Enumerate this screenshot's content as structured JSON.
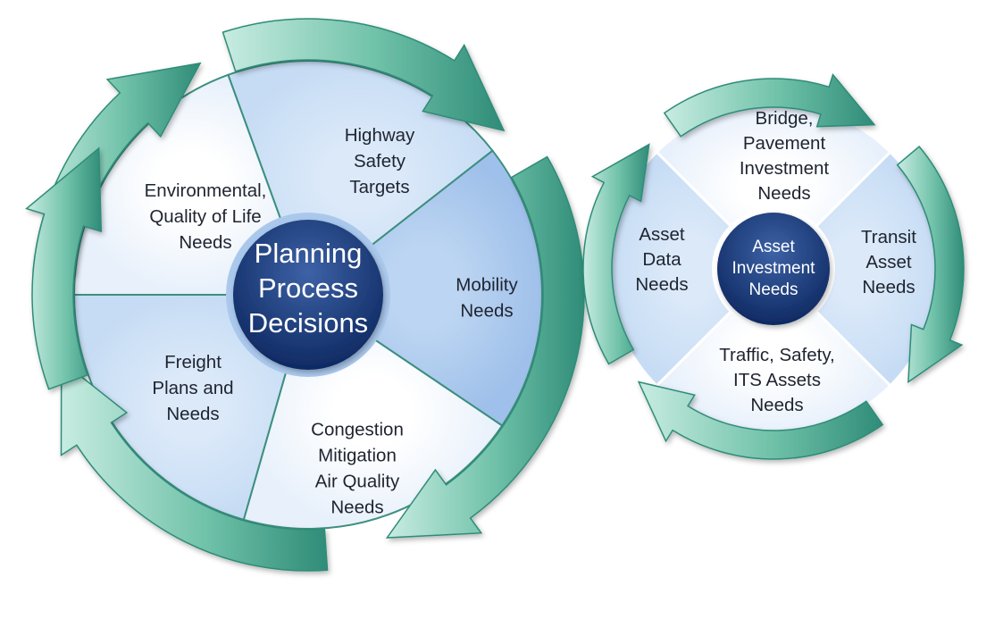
{
  "left_cycle": {
    "center": [
      "Planning",
      "Process",
      "Decisions"
    ],
    "segments": [
      {
        "id": "highway",
        "lines": [
          "Highway",
          "Safety",
          "Targets"
        ]
      },
      {
        "id": "mobility",
        "lines": [
          "Mobility",
          "Needs"
        ]
      },
      {
        "id": "congestion",
        "lines": [
          "Congestion",
          "Mitigation",
          "Air Quality",
          "Needs"
        ]
      },
      {
        "id": "freight",
        "lines": [
          "Freight",
          "Plans and",
          "Needs"
        ]
      },
      {
        "id": "environmental",
        "lines": [
          "Environmental,",
          "Quality of Life",
          "Needs"
        ]
      }
    ]
  },
  "right_cycle": {
    "center": [
      "Asset",
      "Investment",
      "Needs"
    ],
    "segments": [
      {
        "id": "bridge",
        "lines": [
          "Bridge,",
          "Pavement",
          "Investment",
          "Needs"
        ]
      },
      {
        "id": "transit",
        "lines": [
          "Transit",
          "Asset",
          "Needs"
        ]
      },
      {
        "id": "traffic",
        "lines": [
          "Traffic, Safety,",
          "ITS Assets",
          "Needs"
        ]
      },
      {
        "id": "asset-data",
        "lines": [
          "Asset",
          "Data",
          "Needs"
        ]
      }
    ]
  },
  "colors": {
    "arrow_dark": "#2f8c78",
    "arrow_light": "#c8ece2",
    "hub_dark": "#0f2a63",
    "hub_light": "#3d62a6",
    "segment_light": "#e7f0fb",
    "segment_mid": "#c6dcf4",
    "segment_dark": "#9fc0ea"
  }
}
